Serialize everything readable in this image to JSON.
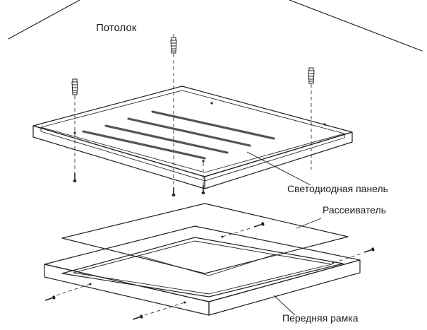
{
  "labels": {
    "ceiling": "Потолок",
    "led_panel": "Светодиодная панель",
    "diffuser": "Рассеиватель",
    "front_frame": "Передняя рамка"
  },
  "colors": {
    "line": "#222222",
    "panel_top": "#ffffff",
    "slot": "#555555",
    "background": "#ffffff"
  },
  "icons": [
    "dowel-icon",
    "screw-icon"
  ]
}
